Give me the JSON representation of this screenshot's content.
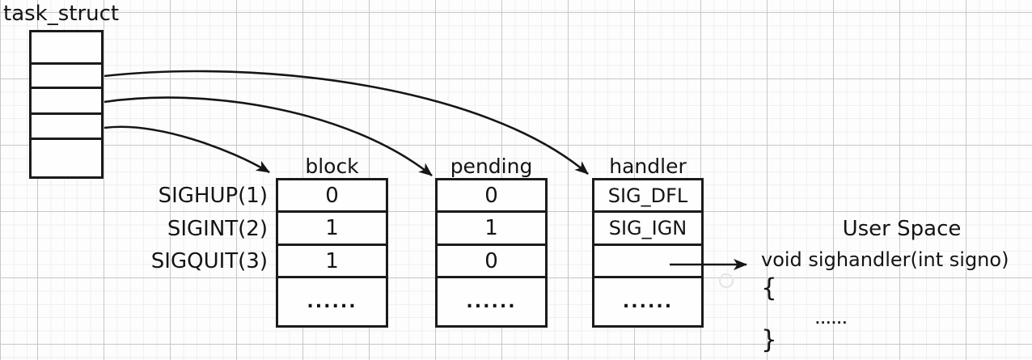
{
  "diagram": {
    "task_struct_label": "task_struct",
    "task_struct_field_count": 5,
    "signal_labels": [
      "SIGHUP(1)",
      "SIGINT(2)",
      "SIGQUIT(3)"
    ],
    "tables": [
      {
        "name": "block",
        "values": [
          "0",
          "1",
          "1",
          "......"
        ]
      },
      {
        "name": "pending",
        "values": [
          "0",
          "1",
          "0",
          "......"
        ]
      },
      {
        "name": "handler",
        "values": [
          "SIG_DFL",
          "SIG_IGN",
          "",
          "......"
        ]
      }
    ],
    "user_space": {
      "title": "User Space",
      "function_signature": "void sighandler(int signo)",
      "open_brace": "{",
      "body_ellipsis": "......",
      "close_brace": "}"
    },
    "arrows": [
      "task-struct-field2-to-handler-table",
      "task-struct-field3-to-pending-table",
      "task-struct-field4-to-block-table",
      "handler-cell3-to-sighandler-function"
    ]
  },
  "colors": {
    "background": "#fdfdfd",
    "stroke": "#1b1b1b",
    "text": "#141414",
    "grid_major": "#c7c7c7",
    "grid_minor": "#f0f0f0"
  }
}
